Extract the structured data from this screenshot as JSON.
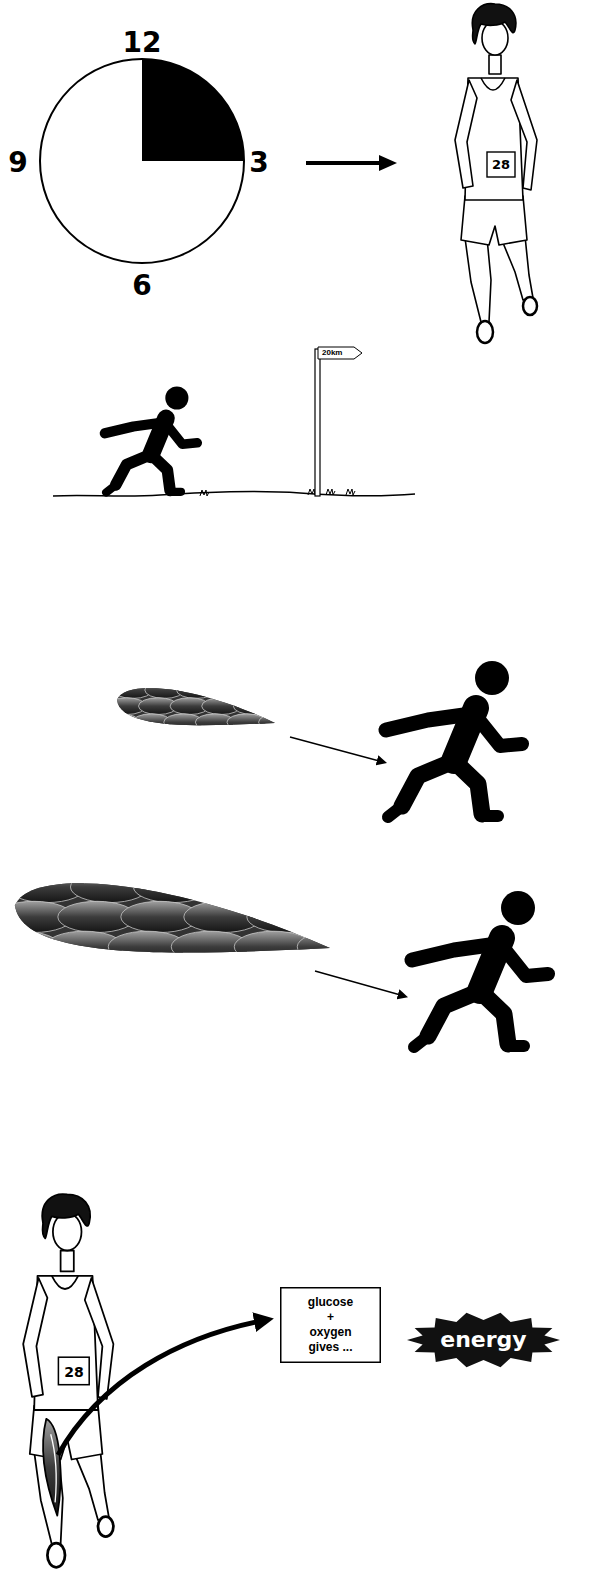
{
  "diagram": {
    "nodes": [
      {
        "text": [
          "20km"
        ]
      },
      {
        "text": [
          "glucose + oxygen gives ..."
        ]
      },
      {
        "text": [
          "energy"
        ]
      }
    ],
    "labels": [
      "12",
      "9",
      "3",
      "6",
      "28",
      "28"
    ]
  }
}
